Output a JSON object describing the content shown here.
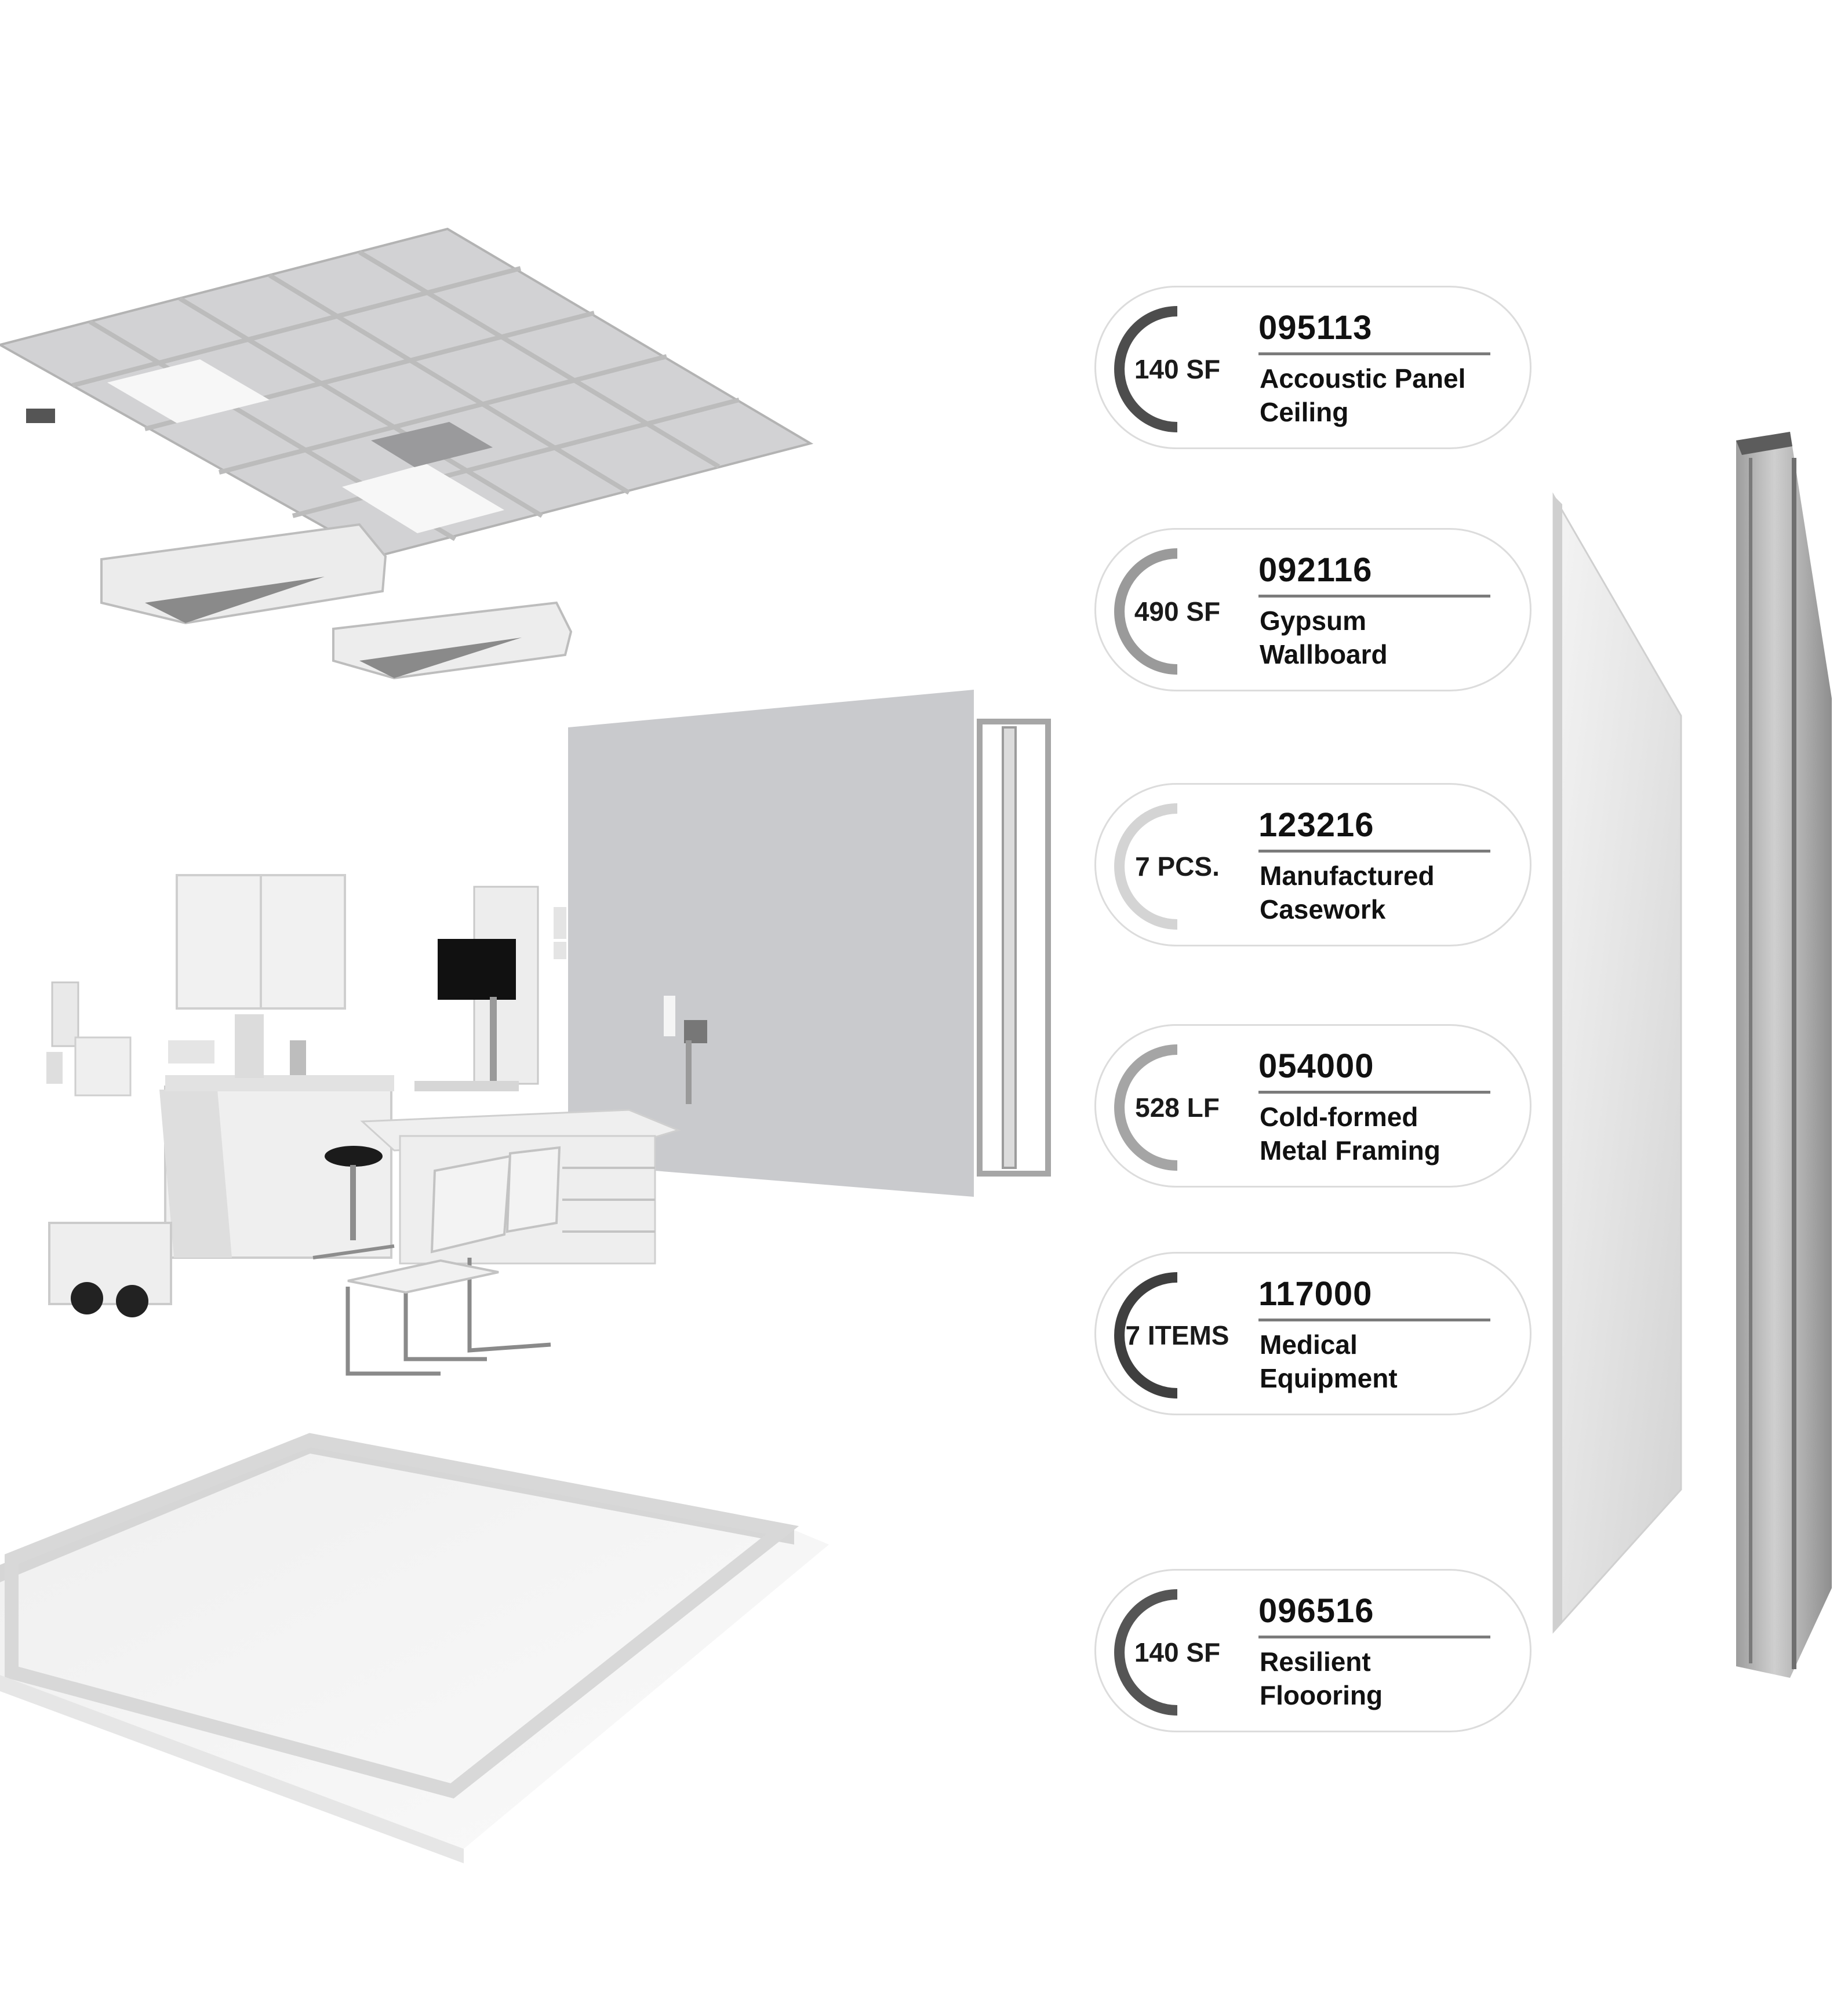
{
  "components": [
    {
      "quantity": "140 SF",
      "code": "095113",
      "description_line1": "Accoustic Panel",
      "description_line2": "Ceiling"
    },
    {
      "quantity": "490 SF",
      "code": "092116",
      "description_line1": "Gypsum",
      "description_line2": "Wallboard"
    },
    {
      "quantity": "7 PCS.",
      "code": "123216",
      "description_line1": "Manufactured",
      "description_line2": "Casework"
    },
    {
      "quantity": "528 LF",
      "code": "054000",
      "description_line1": "Cold-formed",
      "description_line2": "Metal Framing"
    },
    {
      "quantity": "7 ITEMS",
      "code": "117000",
      "description_line1": "Medical",
      "description_line2": "Equipment"
    },
    {
      "quantity": "140 SF",
      "code": "096516",
      "description_line1": "Resilient",
      "description_line2": "Floooring"
    }
  ],
  "colors": {
    "pill_border": "#dcdcdc",
    "ring_dark": "#555555",
    "ring_light": "#e2e2e2",
    "rule": "#7b7b7b",
    "panel_gray": "#c9cacd",
    "monitor": "#111111"
  }
}
